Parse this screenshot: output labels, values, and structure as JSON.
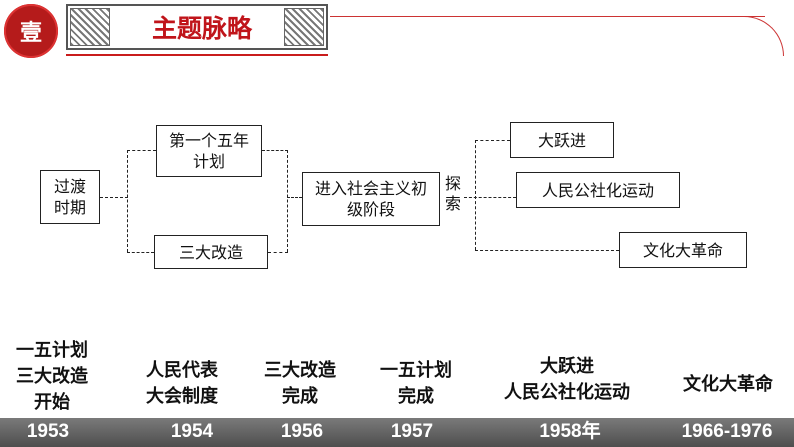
{
  "header": {
    "badge": "壹",
    "title": "主题脉略",
    "accent_color": "#c0141a"
  },
  "diagram": {
    "transition": "过渡\n时期",
    "first_plan": "第一个五年\n计划",
    "three_reforms": "三大改造",
    "primary_stage": "进入社会主义初\n级阶段",
    "explore": "探\n索",
    "great_leap": "大跃进",
    "communes": "人民公社化运动",
    "cultural_rev": "文化大革命"
  },
  "timeline": {
    "labels": [
      "一五计划\n三大改造\n开始",
      "人民代表\n大会制度",
      "三大改造\n完成",
      "一五计划\n完成",
      "大跃进\n人民公社化运动",
      "文化大革命"
    ],
    "years": [
      "1953",
      "1954",
      "1956",
      "1957",
      "1958年",
      "1966-1976"
    ]
  }
}
